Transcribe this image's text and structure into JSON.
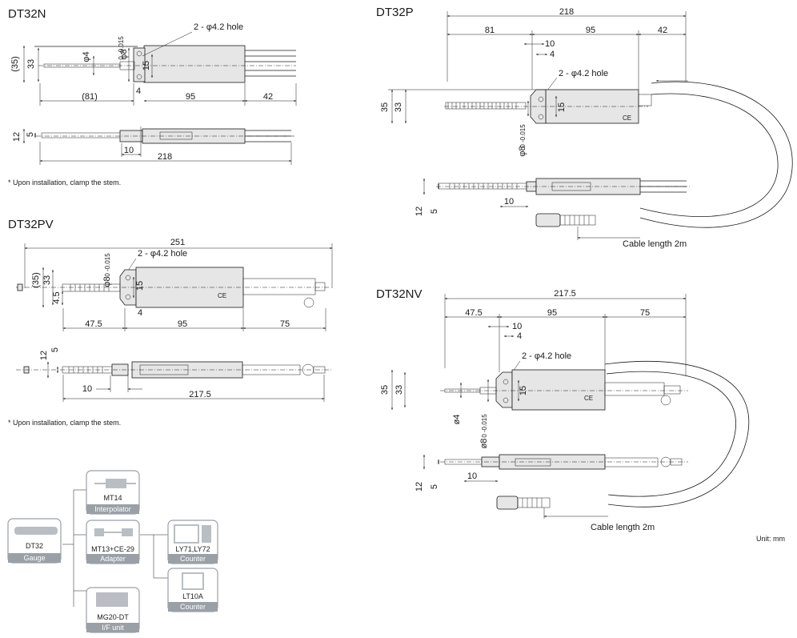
{
  "titles": {
    "dt32n": "DT32N",
    "dt32p": "DT32P",
    "dt32pv": "DT32PV",
    "dt32nv": "DT32NV"
  },
  "notes": {
    "clamp_top": "* Upon installation, clamp the stem.",
    "clamp_bottom": "* Upon installation, clamp the stem.",
    "unit": "Unit: mm"
  },
  "dt32n": {
    "hole": "2 - φ4.2 hole",
    "d35": "(35)",
    "d33": "33",
    "d4": "φ4",
    "d8": "φ8",
    "tol": "0 -0.015",
    "d15": "15",
    "d81": "(81)",
    "d4b": "4",
    "d95": "95",
    "d42": "42",
    "d12": "12",
    "d5": "5",
    "d10": "10",
    "d218": "218"
  },
  "dt32p": {
    "d218": "218",
    "d81": "81",
    "d95": "95",
    "d42": "42",
    "d10": "10",
    "d4": "4",
    "hole": "2 - φ4.2 hole",
    "d35": "35",
    "d33": "33",
    "d15": "15",
    "d8": "φ8",
    "tol": "0 -0.015",
    "d12": "12",
    "d5": "5",
    "d10b": "10",
    "cable": "Cable length 2m"
  },
  "dt32pv": {
    "d251": "251",
    "d8": "φ8",
    "tol": "0 -0.015",
    "hole": "2 - φ4.2 hole",
    "d35": "(35)",
    "d33": "33",
    "d45": "4.5",
    "d15": "15",
    "d4": "4",
    "d475": "47.5",
    "d95": "95",
    "d75": "75",
    "d12": "12",
    "d5": "5",
    "d10": "10",
    "d2175": "217.5"
  },
  "dt32nv": {
    "d2175": "217.5",
    "d475": "47.5",
    "d95": "95",
    "d75": "75",
    "d10": "10",
    "d4": "4",
    "hole": "2 - φ4.2 hole",
    "d35": "35",
    "d33": "33",
    "d15": "15",
    "d4b": "ø4",
    "d8": "ø8",
    "tol": "0 -0.015",
    "d12": "12",
    "d5": "5",
    "d10b": "10",
    "cable": "Cable length 2m"
  },
  "system": {
    "gauge": {
      "name": "DT32",
      "label": "Gauge"
    },
    "interp": {
      "name": "MT14",
      "label": "Interpolator"
    },
    "adapter": {
      "name": "MT13+CE-29",
      "label": "Adapter"
    },
    "counter1": {
      "name": "LY71,LY72",
      "label": "Counter"
    },
    "counter2": {
      "name": "LT10A",
      "label": "Counter"
    },
    "ifunit": {
      "name": "MG20-DT",
      "label": "I/F unit"
    },
    "colors": {
      "frame": "#9aa0a6",
      "icon": "#b9bec4"
    }
  }
}
